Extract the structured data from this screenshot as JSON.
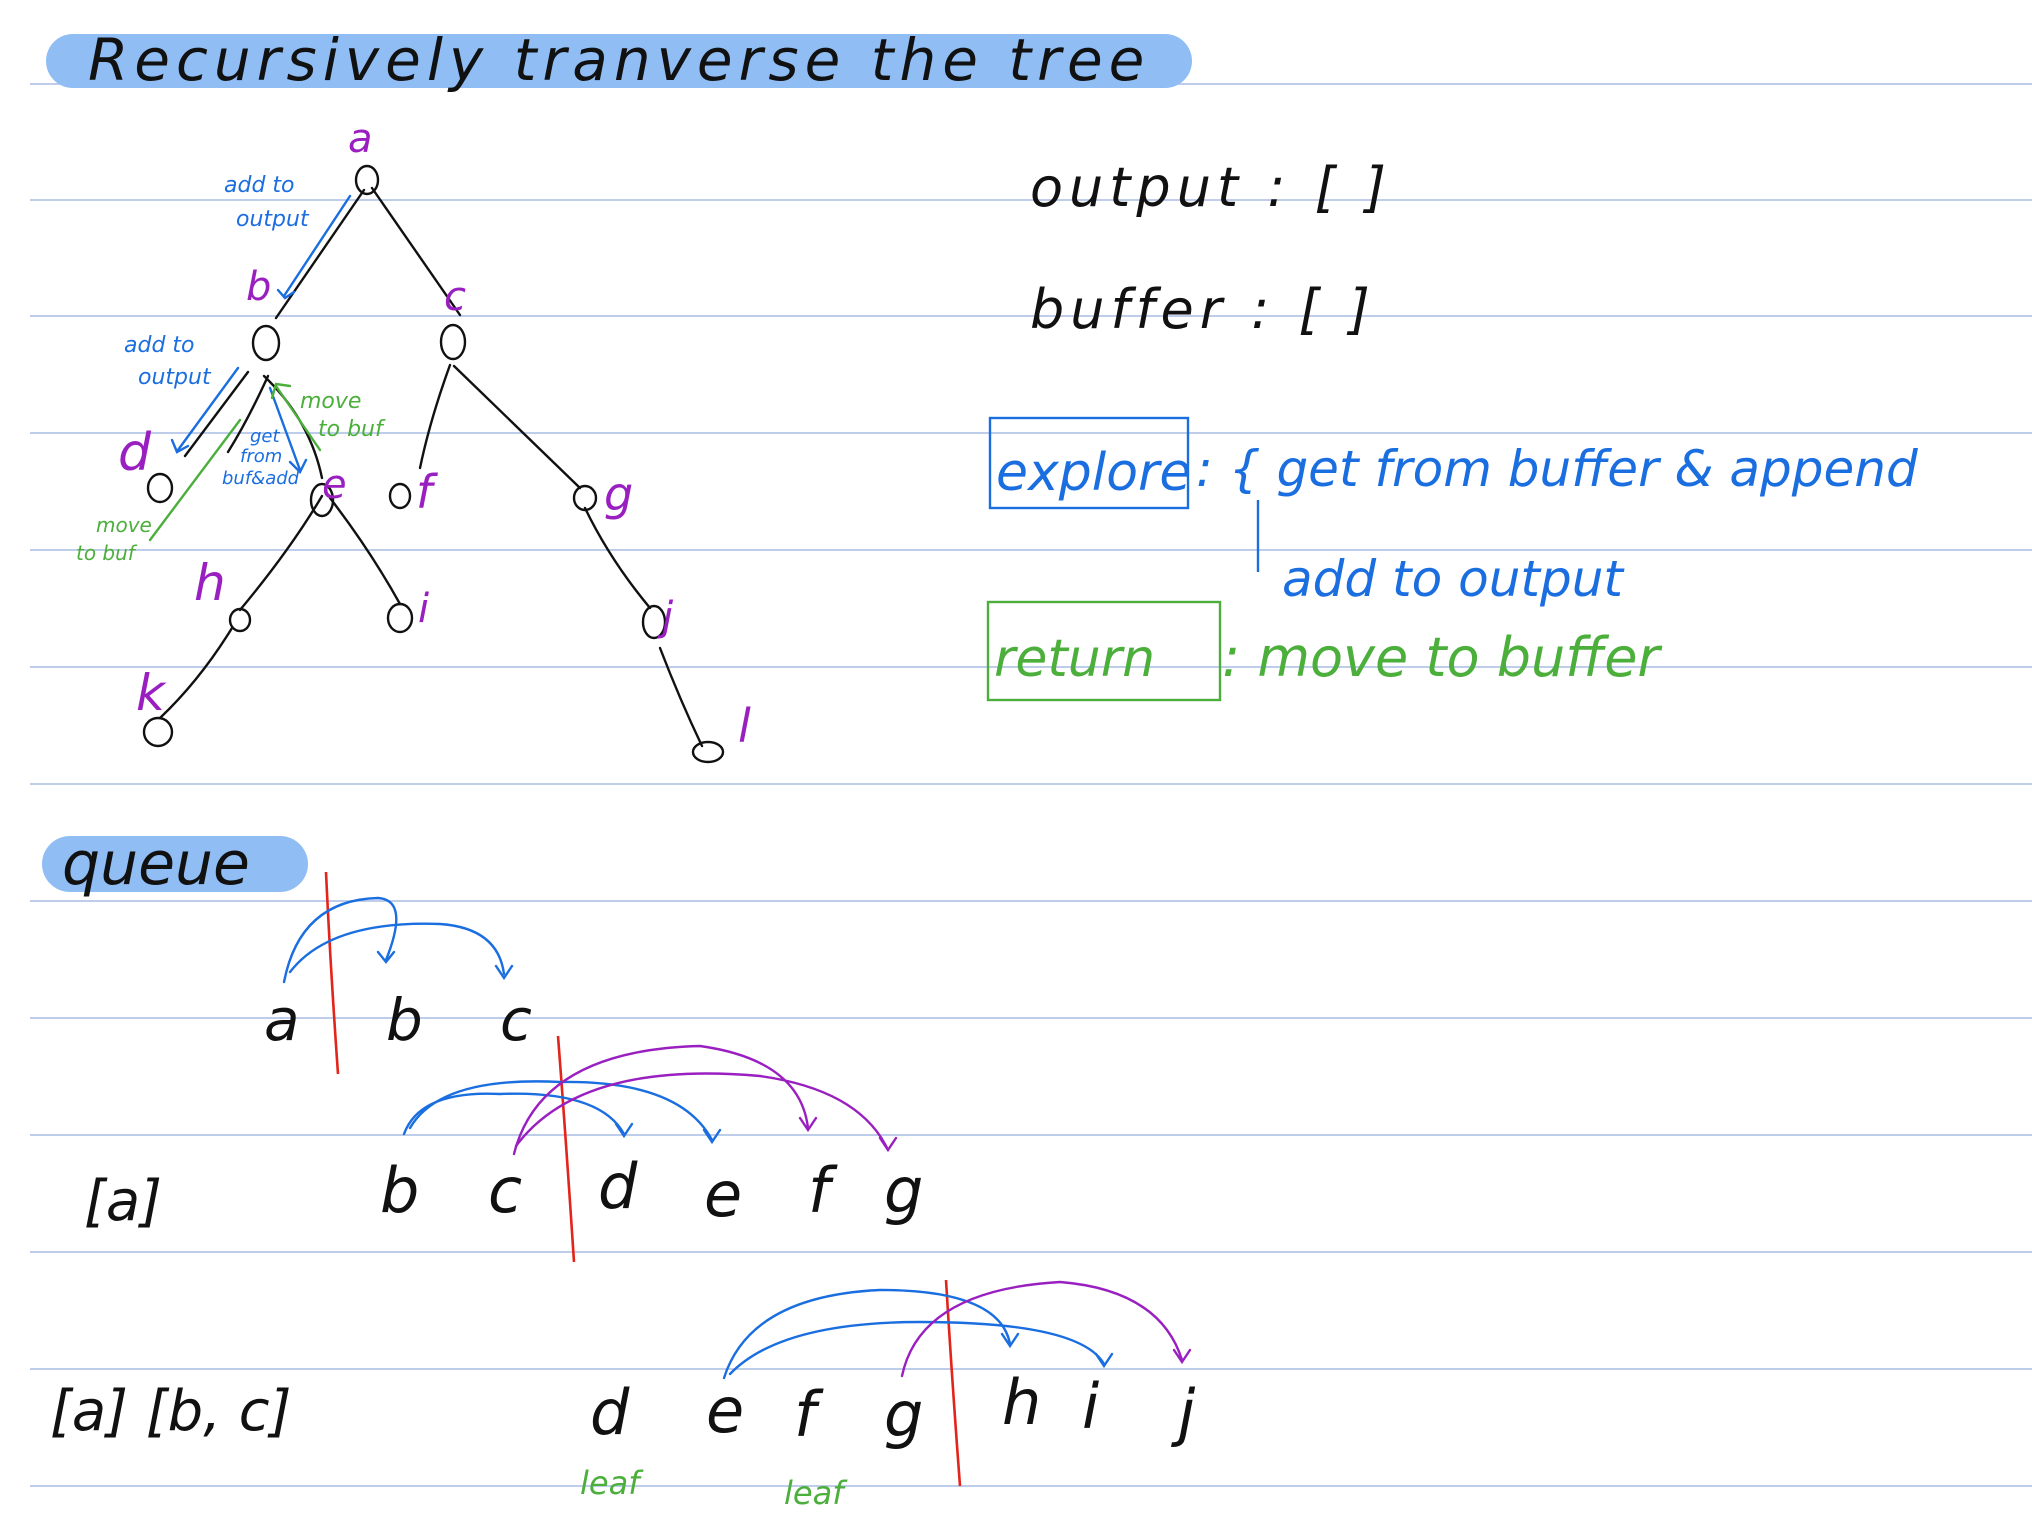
{
  "colors": {
    "ink": "#111111",
    "blue": "#1a6ee0",
    "purple": "#9a1fc0",
    "green": "#4caf3c",
    "red": "#e3241b",
    "highlight": "#8fbdf4",
    "rule": "#a9bde3"
  },
  "title": "Recursively tranverse the tree",
  "tree": {
    "nodes": {
      "a": "a",
      "b": "b",
      "c": "c",
      "d": "d",
      "e": "e",
      "f": "f",
      "g": "g",
      "h": "h",
      "i": "i",
      "j": "j",
      "k": "k",
      "l": "l"
    },
    "annotations": {
      "add_to_output_1": [
        "add to",
        "output"
      ],
      "add_to_output_2": [
        "add to",
        "output"
      ],
      "move_to_buf_1": [
        "move",
        "to buf"
      ],
      "move_to_buf_2": [
        "move",
        "to buf"
      ],
      "get_from_buf": [
        "get",
        "from",
        "buf&add"
      ]
    }
  },
  "state": {
    "output": "output : [ ]",
    "buffer": "buffer : [ ]"
  },
  "legend": {
    "explore_label": "explore",
    "explore_line1": ": { get from buffer & append",
    "explore_line2": "add to output",
    "return_label": "return",
    "return_text": ": move to buffer"
  },
  "queue_section": {
    "title": "queue",
    "rows": [
      {
        "output": "",
        "items": [
          "a",
          "b",
          "c"
        ]
      },
      {
        "output": "[a]",
        "items": [
          "b",
          "c",
          "d",
          "e",
          "f",
          "g"
        ]
      },
      {
        "output": "[a] [b, c]",
        "items": [
          "d",
          "e",
          "f",
          "g",
          "h",
          "i",
          "j"
        ]
      }
    ],
    "leaf_label": "leaf"
  }
}
